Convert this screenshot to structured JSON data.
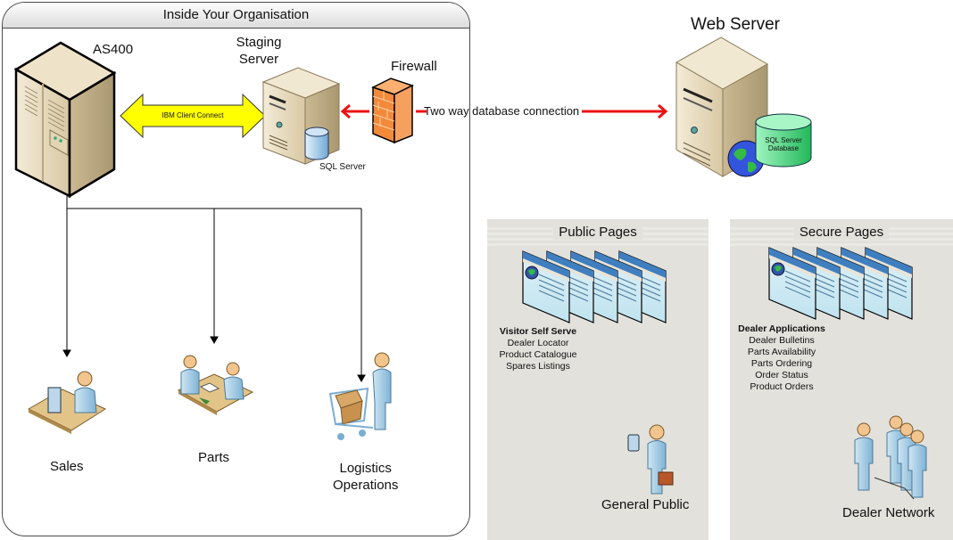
{
  "organisation": {
    "title": "Inside Your Organisation",
    "nodes": {
      "as400": "AS400",
      "staging_server": [
        "Staging",
        "Server"
      ],
      "firewall": "Firewall",
      "sql_server": "SQL Server"
    },
    "connection_ibm": "IBM Client Connect",
    "departments": [
      {
        "label": "Sales",
        "icon": "call-center-icon"
      },
      {
        "label": "Parts",
        "icon": "meeting-icon"
      },
      {
        "label": [
          "Logistics",
          "Operations"
        ],
        "icon": "shopping-cart-icon"
      }
    ]
  },
  "connection_db": "Two way database connection",
  "web_server": {
    "title": "Web Server",
    "database": [
      "SQL Server",
      "Database"
    ]
  },
  "public_pages": {
    "title": "Public Pages",
    "heading": "Visitor Self Serve",
    "items": [
      "Dealer Locator",
      "Product Catalogue",
      "Spares Listings"
    ],
    "audience": "General Public"
  },
  "secure_pages": {
    "title": "Secure Pages",
    "heading": "Dealer Applications",
    "items": [
      "Dealer Bulletins",
      "Parts Availability",
      "Parts Ordering",
      "Order Status",
      "Product Orders"
    ],
    "audience": "Dealer Network"
  },
  "colors": {
    "server": "#e8dcc0",
    "arrow_yellow": "#ffff00",
    "arrow_red": "#ee1111",
    "firewall": "#f08a3c",
    "db_green": "#5fd98a",
    "db_blue": "#a9cde8",
    "person": "#a9cfe6",
    "panel": "#e2e1dc"
  }
}
